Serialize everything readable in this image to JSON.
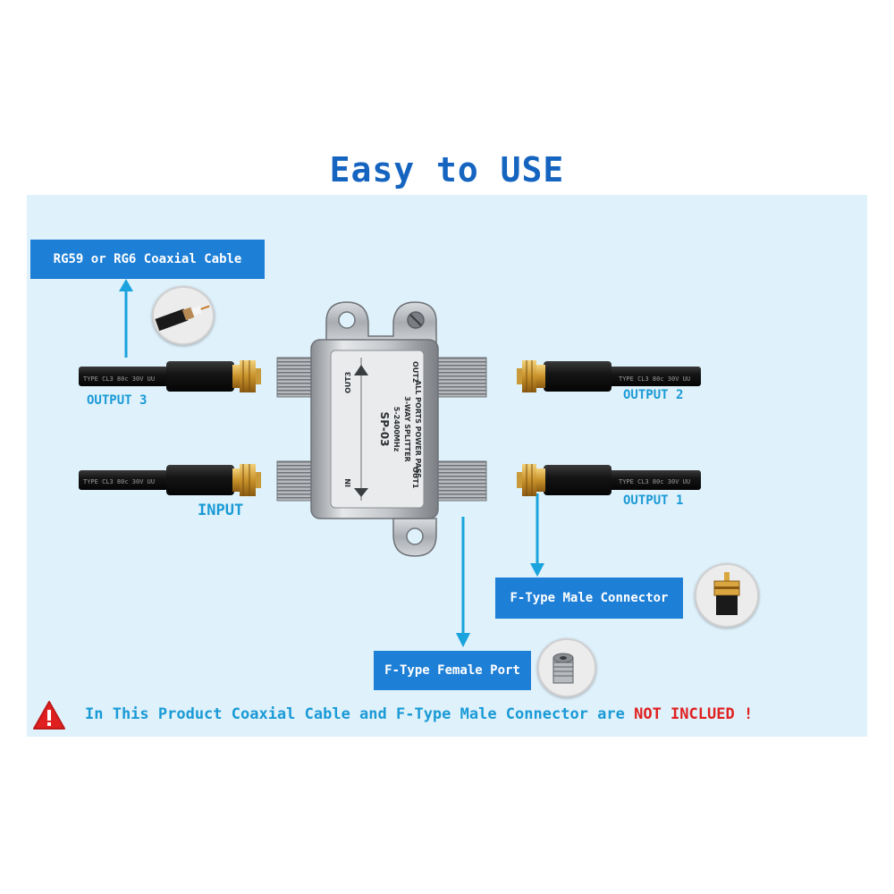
{
  "title": "Easy to USE",
  "callouts": {
    "cable": "RG59 or RG6 Coaxial Cable",
    "male_connector": "F-Type Male Connector",
    "female_port": "F-Type Female Port"
  },
  "labels": {
    "output3": "OUTPUT 3",
    "output2": "OUTPUT 2",
    "output1": "OUTPUT 1",
    "input": "INPUT"
  },
  "cable_print": "TYPE CL3 80c 30V UU",
  "splitter": {
    "model": "SP-03",
    "freq": "5-2400MHz",
    "type": "3-WAY SPLITTER",
    "pass": "ALL PORTS POWER PASS",
    "out3": "OUT3",
    "out2": "OUT2",
    "out1": "OUT1",
    "in": "IN"
  },
  "footer": {
    "text": "In This Product Coaxial Cable and F-Type Male Connector are",
    "highlight": "NOT INCLUED",
    "exclaim": "!"
  },
  "colors": {
    "title": "#1565c0",
    "panel": "#dff1fb",
    "callout": "#1e7fd6",
    "label": "#1a9ad6",
    "warning": "#e02020"
  },
  "icons": [
    "warning-icon",
    "arrow-up-icon",
    "arrow-down-icon"
  ]
}
